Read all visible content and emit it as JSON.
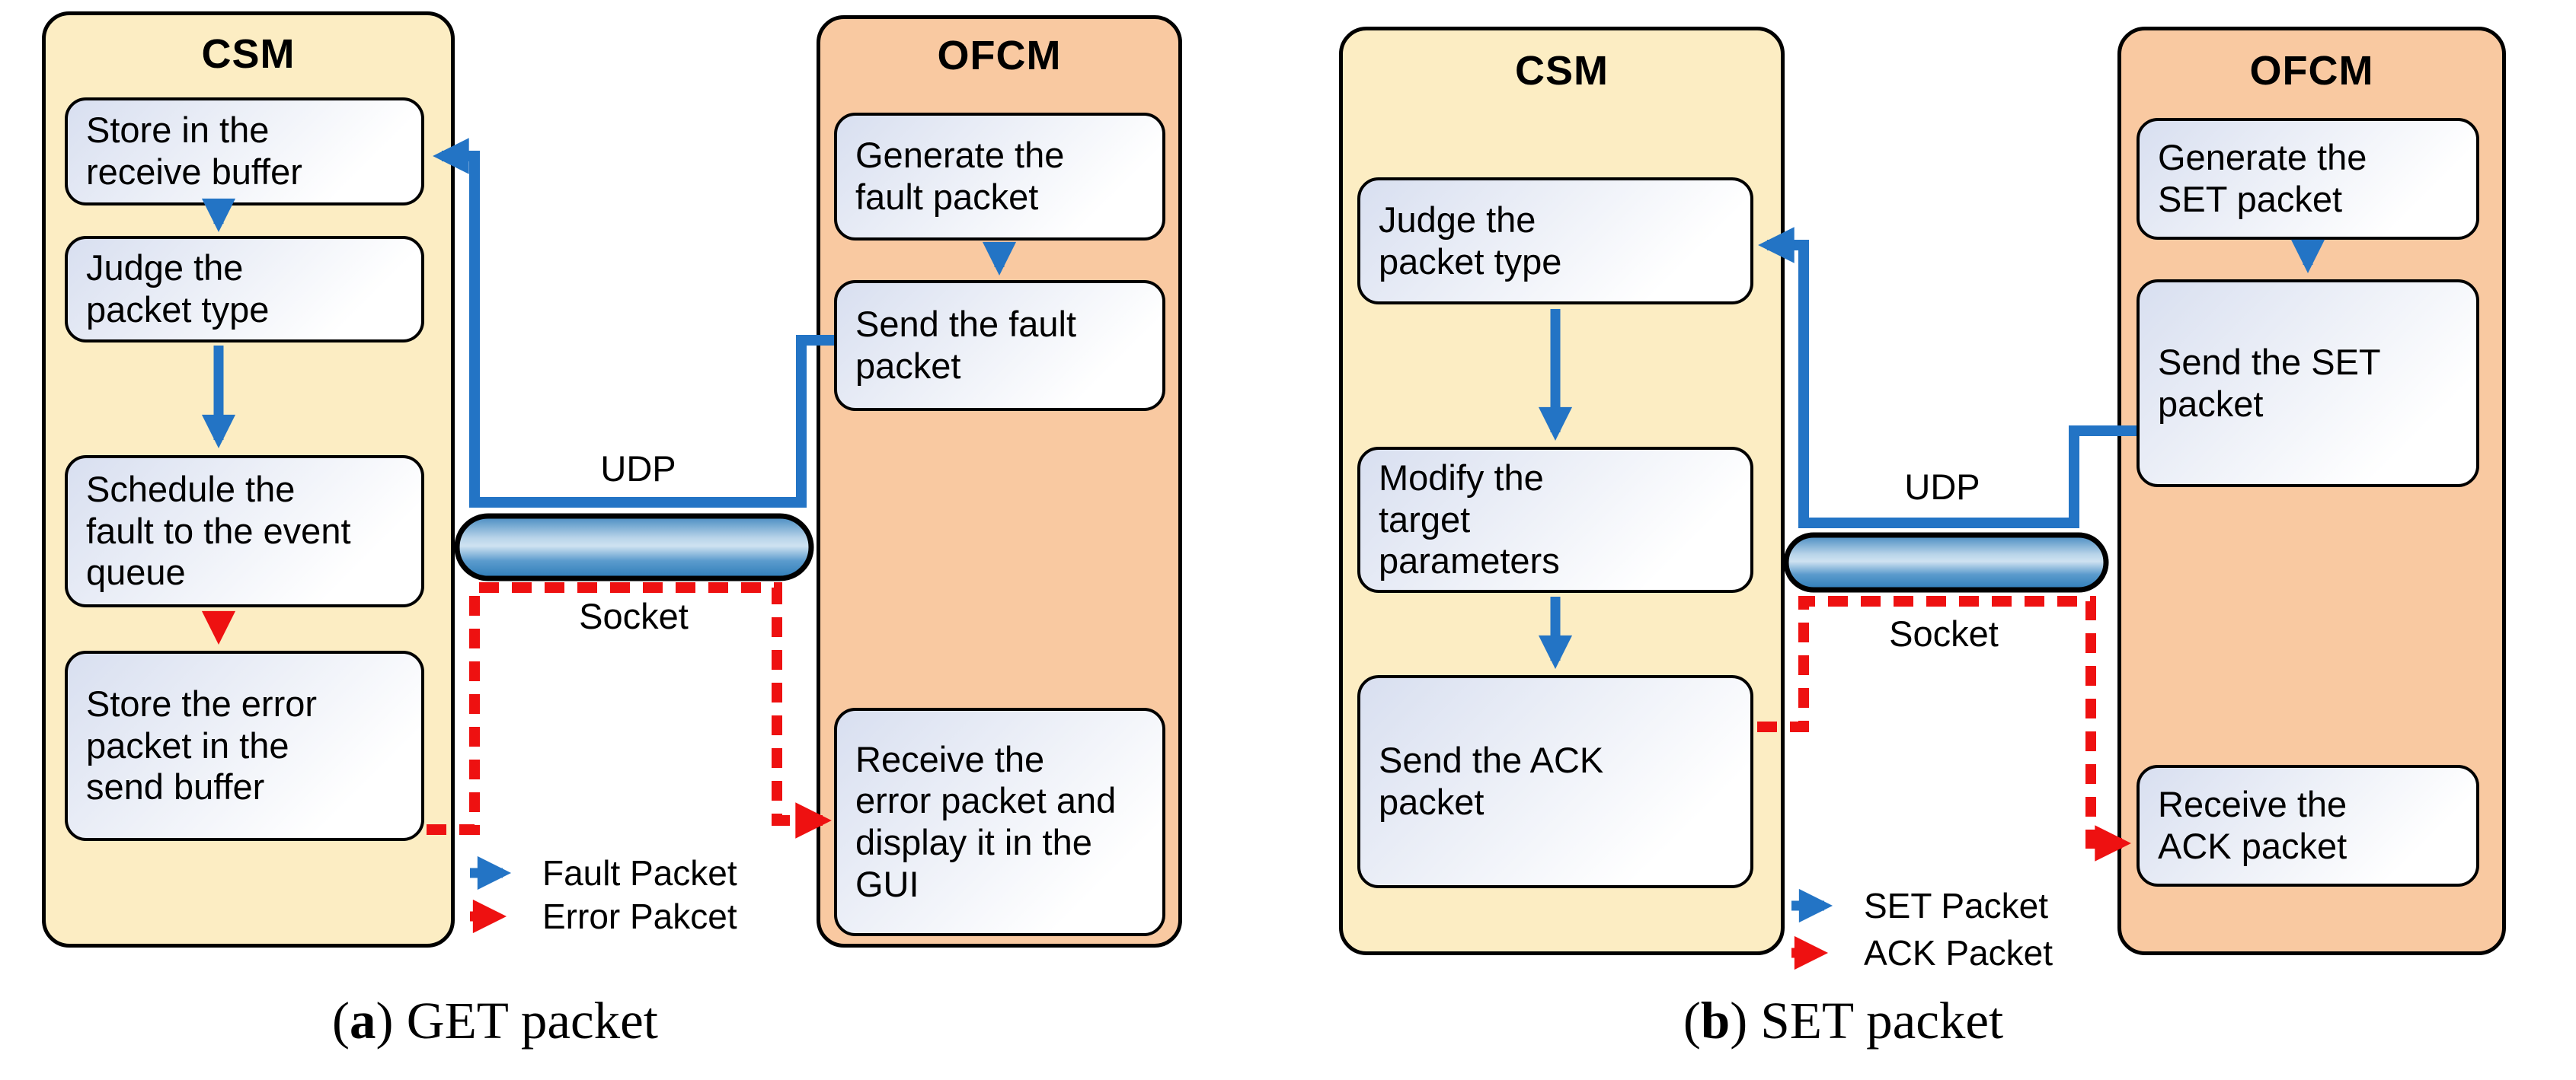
{
  "colors": {
    "csm_fill": "#FCEDC3",
    "ofcm_fill": "#F9C9A1",
    "blue": "#2374C5",
    "red": "#EE1111",
    "box_grad_start": "#D8DFF0"
  },
  "panel_a": {
    "csm_title": "CSM",
    "ofcm_title": "OFCM",
    "csm_boxes": [
      "Store in the\nreceive buffer",
      "Judge the\npacket type",
      "Schedule the\nfault to the event\nqueue",
      "Store the error\npacket in the\nsend buffer"
    ],
    "ofcm_boxes": [
      "Generate the\nfault packet",
      "Send the fault\npacket",
      "Receive the\nerror packet and\ndisplay it in the\nGUI"
    ],
    "udp_label": "UDP",
    "socket_label": "Socket",
    "legend": {
      "blue": "Fault Packet",
      "red": "Error Pakcet"
    },
    "caption": {
      "prefix": "(",
      "letter": "a",
      "rest": ") GET packet"
    }
  },
  "panel_b": {
    "csm_title": "CSM",
    "ofcm_title": "OFCM",
    "csm_boxes": [
      "Judge the\npacket type",
      "Modify the\ntarget\nparameters",
      "Send the ACK\npacket"
    ],
    "ofcm_boxes": [
      "Generate the\nSET packet",
      "Send the SET\npacket",
      "Receive the\nACK packet"
    ],
    "udp_label": "UDP",
    "socket_label": "Socket",
    "legend": {
      "blue": "SET Packet",
      "red": "ACK Packet"
    },
    "caption": {
      "prefix": "(",
      "letter": "b",
      "rest": ") SET packet"
    }
  }
}
